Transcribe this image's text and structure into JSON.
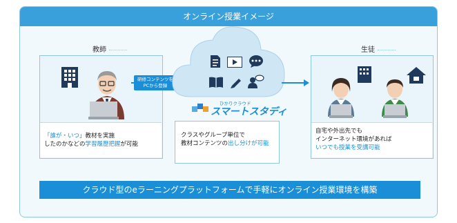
{
  "header": {
    "title": "オンライン授業イメージ"
  },
  "teacher": {
    "label": "教師",
    "caption_q": "「誰が・いつ」",
    "caption_line1_rest": "教材を実施",
    "caption_line2_a": "したのかなどの",
    "caption_line2_blue": "学習履歴把握",
    "caption_line2_b": "が可能"
  },
  "register": {
    "line1": "研修コンテンツを",
    "line2": "PCから登録"
  },
  "cloud": {
    "brand_small": "ひかりクラウド",
    "brand_main": "スマートスタディ",
    "caption_line1": "クラスやグループ単位で",
    "caption_line2_a": "教材コンテンツの",
    "caption_line2_blue": "出し分けが可能"
  },
  "student": {
    "label": "生徒",
    "caption_line1": "自宅や外出先でも",
    "caption_line2": "インターネット環境があれば",
    "caption_line3": "いつでも授業を受講可能"
  },
  "footer": {
    "banner": "クラウド型のeラーニングプラットフォームで手軽にオンライン授業環境を構築"
  },
  "colors": {
    "accent": "#1a8fd8",
    "header": "#3aa0dc",
    "panel_bg": "#eaf5fb",
    "border": "#8fc6e6"
  },
  "icons": [
    "building-icon",
    "teacher-icon",
    "laptop-icon",
    "document-icon",
    "video-icon",
    "chat-icon",
    "book-icon",
    "pencil-icon",
    "person-chat-icon",
    "house-icon",
    "student-icon"
  ]
}
